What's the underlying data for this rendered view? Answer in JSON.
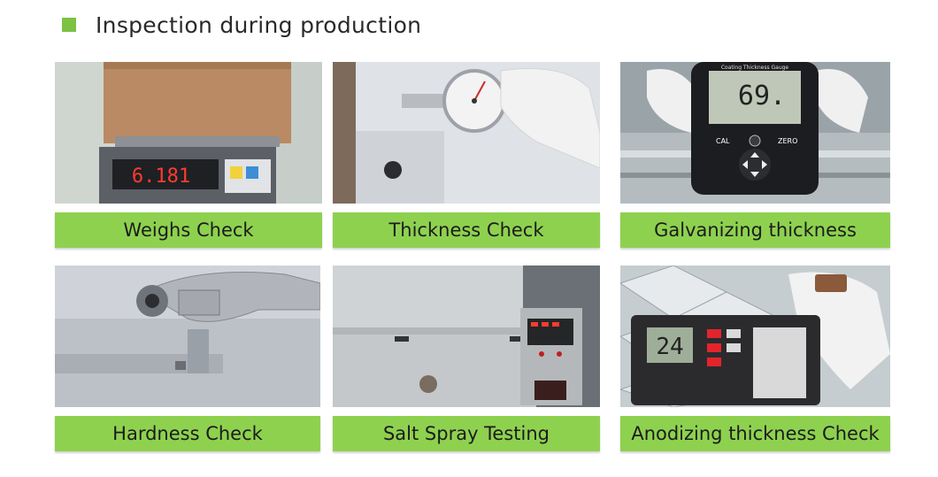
{
  "header": {
    "title": "Inspection during production",
    "accent_color": "#7dc243"
  },
  "label_color": "#8ed14f",
  "items": [
    {
      "label": "Weighs Check",
      "image": "digital-scale-photo",
      "display": "6.181"
    },
    {
      "label": "Thickness Check",
      "image": "dial-caliper-photo",
      "display": ""
    },
    {
      "label": "Galvanizing thickness",
      "image": "coating-gauge-photo",
      "display": "69.",
      "gauge_title": "Coating Thickness Gauge",
      "buttons": [
        "CAL",
        "ZERO"
      ]
    },
    {
      "label": "Hardness Check",
      "image": "hardness-tester-photo",
      "display": ""
    },
    {
      "label": "Salt Spray Testing",
      "image": "salt-spray-chamber-photo",
      "display": ""
    },
    {
      "label": "Anodizing thickness Check",
      "image": "anodizing-meter-photo",
      "display": "24"
    }
  ]
}
